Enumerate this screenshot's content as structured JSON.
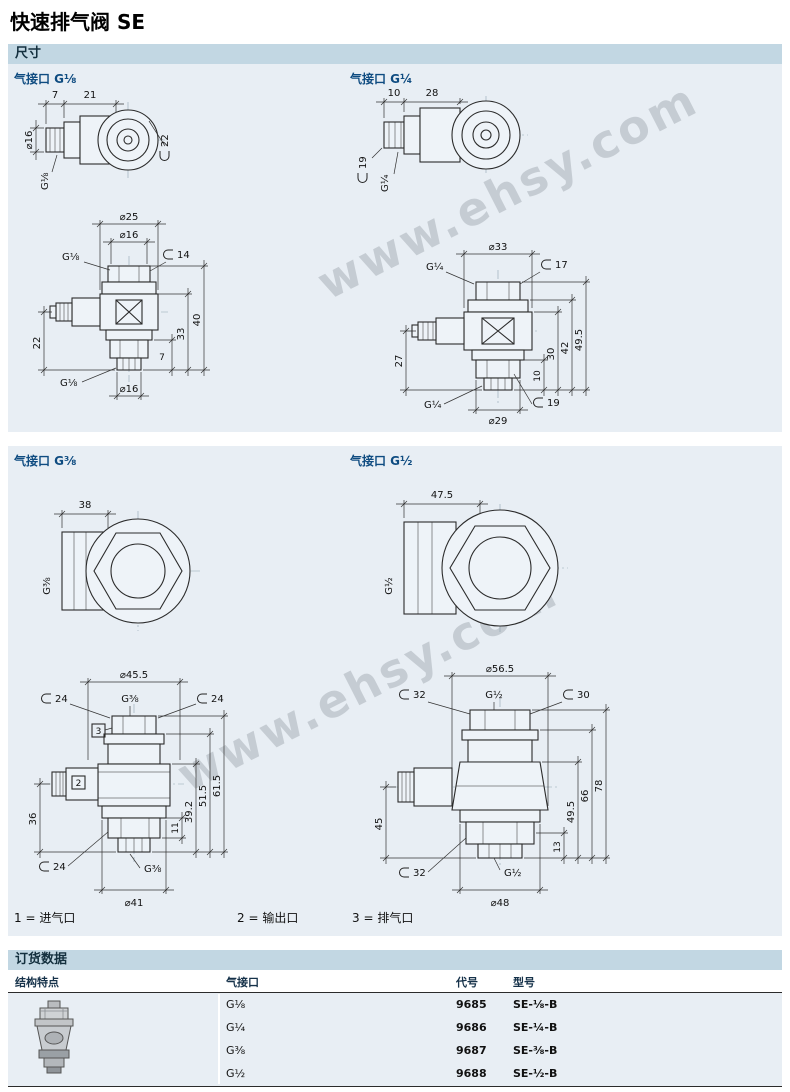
{
  "page": {
    "title": "快速排气阀 SE"
  },
  "sections": {
    "dims_bar": "尺寸",
    "order_bar": "订货数据"
  },
  "watermark": "www.ehsy.com",
  "panels": {
    "g18_label": "气接口 G⅛",
    "g14_label": "气接口 G¼",
    "g38_label": "气接口 G⅜",
    "g12_label": "气接口 G½"
  },
  "g18": {
    "top": {
      "d7": "7",
      "d21": "21",
      "dia16": "⌀16",
      "thread": "G⅛",
      "sw22": "22"
    },
    "front": {
      "dia25": "⌀25",
      "dia16": "⌀16",
      "thread_top": "G⅛",
      "sw14": "14",
      "h22": "22",
      "h7": "7",
      "h33": "33",
      "h40": "40",
      "thread_bot": "G⅛",
      "dia16b": "⌀16"
    }
  },
  "g14": {
    "top": {
      "d10": "10",
      "d28": "28",
      "sw19": "19",
      "thread": "G¼"
    },
    "front": {
      "dia33": "⌀33",
      "thread_top": "G¼",
      "sw17": "17",
      "h27": "27",
      "h10": "10",
      "h30": "30",
      "h42": "42",
      "h49_5": "49.5",
      "thread_bot": "G¼",
      "sw19b": "19",
      "dia29": "⌀29"
    }
  },
  "g38": {
    "top": {
      "d38": "38",
      "thread": "G⅜"
    },
    "front": {
      "dia45_5": "⌀45.5",
      "sw24a": "24",
      "thread_top": "G⅜",
      "sw24b": "24",
      "p3": "3",
      "p2": "2",
      "h36": "36",
      "h11": "11",
      "h39_2": "39.2",
      "h51_5": "51.5",
      "h61_5": "61.5",
      "sw24c": "24",
      "thread_bot": "G⅜",
      "dia41": "⌀41"
    }
  },
  "g12": {
    "top": {
      "d47_5": "47.5",
      "thread": "G½"
    },
    "front": {
      "dia56_5": "⌀56.5",
      "sw32a": "32",
      "thread_top": "G½",
      "sw30": "30",
      "h45": "45",
      "h13": "13",
      "h49_5": "49.5",
      "h66": "66",
      "h78": "78",
      "sw32b": "32",
      "thread_bot": "G½",
      "dia48": "⌀48"
    }
  },
  "legend": {
    "item1": "1 = 进气口",
    "item2": "2 = 输出口",
    "item3": "3 = 排气口"
  },
  "order": {
    "col_feature": "结构特点",
    "col_port": "气接口",
    "col_code": "代号",
    "col_type": "型号",
    "rows": [
      {
        "port": "G⅛",
        "code": "9685",
        "type": "SE-⅛-B"
      },
      {
        "port": "G¼",
        "code": "9686",
        "type": "SE-¼-B"
      },
      {
        "port": "G⅜",
        "code": "9687",
        "type": "SE-⅜-B"
      },
      {
        "port": "G½",
        "code": "9688",
        "type": "SE-½-B"
      }
    ]
  }
}
